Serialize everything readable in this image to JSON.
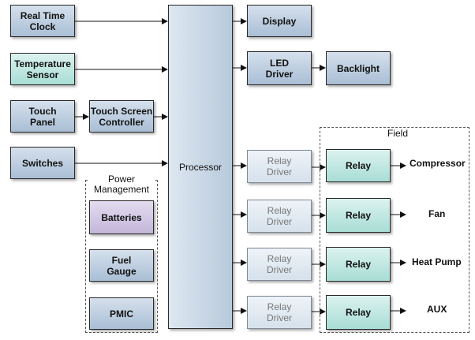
{
  "diagram": {
    "blocks": {
      "real_time_clock": "Real Time\nClock",
      "temperature_sensor": "Temperature\nSensor",
      "touch_panel": "Touch\nPanel",
      "touch_screen_controller": "Touch Screen\nController",
      "switches": "Switches",
      "processor": "Processor",
      "display": "Display",
      "led_driver": "LED\nDriver",
      "backlight": "Backlight",
      "relay_driver_1": "Relay\nDriver",
      "relay_driver_2": "Relay\nDriver",
      "relay_driver_3": "Relay\nDriver",
      "relay_driver_4": "Relay\nDriver",
      "relay_1": "Relay",
      "relay_2": "Relay",
      "relay_3": "Relay",
      "relay_4": "Relay",
      "batteries": "Batteries",
      "fuel_gauge": "Fuel\nGauge",
      "pmic": "PMIC"
    },
    "groups": {
      "power_management": "Power\nManagement",
      "field": "Field"
    },
    "outputs": {
      "compressor": "Compressor",
      "fan": "Fan",
      "heat_pump": "Heat Pump",
      "aux": "AUX"
    },
    "colors": {
      "block_fill": "#a9bed5",
      "sensor_fill": "#a8ddd5",
      "battery_fill": "#c3b6da",
      "inactive_fill": "#d6e1ec",
      "line": "#111111"
    }
  }
}
